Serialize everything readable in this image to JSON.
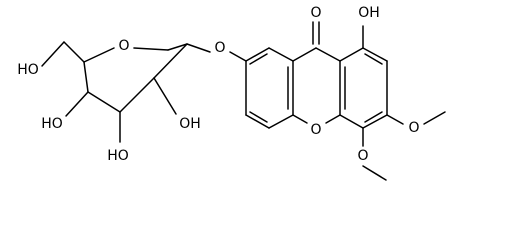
{
  "labels": {
    "carbonyl_o": "O",
    "ring_o": "O",
    "glycosidic_o": "O",
    "pyran_o": "O",
    "oh_top_right": "OH",
    "methoxy_1": "O",
    "methoxy_2": "O",
    "ch2oh": "HO",
    "oh_c4": "HO",
    "oh_c3": "HO",
    "oh_c2": "OH"
  }
}
